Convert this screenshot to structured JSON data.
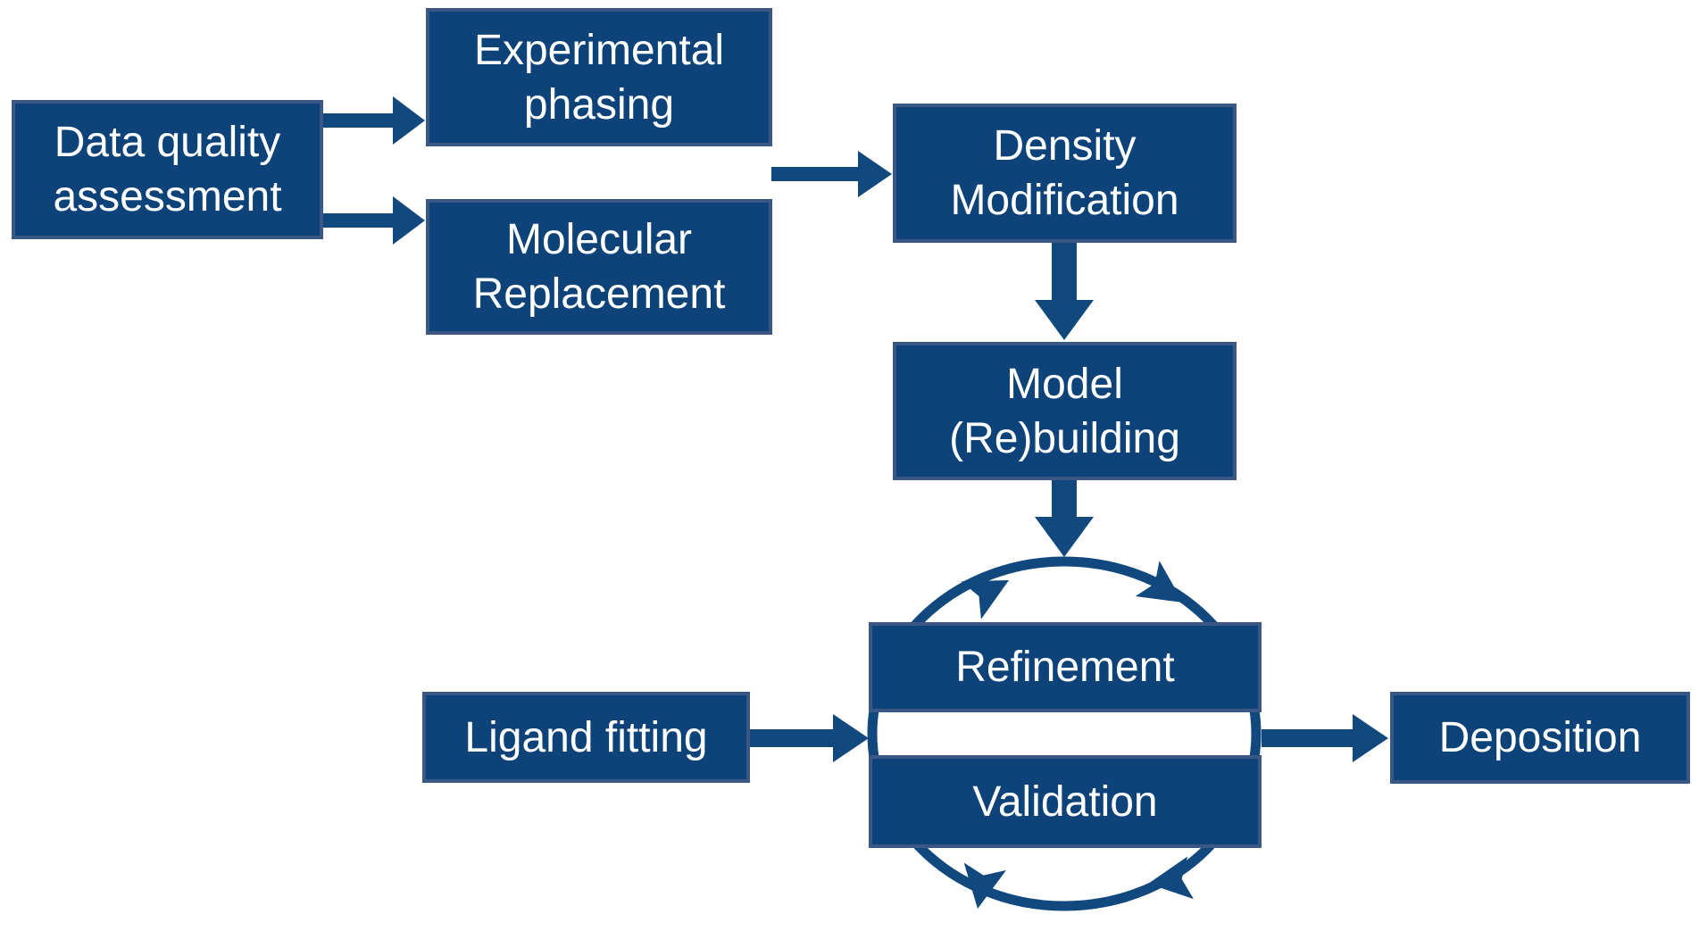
{
  "colors": {
    "background": "#FFFFFF",
    "box_fill": "#0D4379",
    "box_border": "#3A5785",
    "arrow": "#11487E",
    "text": "#FFFFFF"
  },
  "nodes": {
    "data_quality": {
      "line1": "Data quality",
      "line2": "assessment"
    },
    "experimental_phasing": {
      "line1": "Experimental",
      "line2": "phasing"
    },
    "molecular_replacement": {
      "line1": "Molecular",
      "line2": "Replacement"
    },
    "density_modification": {
      "line1": "Density",
      "line2": "Modification"
    },
    "model_rebuilding": {
      "line1": "Model",
      "line2": "(Re)building"
    },
    "refinement": {
      "label": "Refinement"
    },
    "validation": {
      "label": "Validation"
    },
    "ligand_fitting": {
      "label": "Ligand fitting"
    },
    "deposition": {
      "label": "Deposition"
    }
  },
  "edges": [
    {
      "from": "data_quality",
      "to": "experimental_phasing"
    },
    {
      "from": "data_quality",
      "to": "molecular_replacement"
    },
    {
      "from": "experimental_phasing_and_molecular_replacement",
      "to": "density_modification"
    },
    {
      "from": "density_modification",
      "to": "model_rebuilding"
    },
    {
      "from": "model_rebuilding",
      "to": "refinement_validation_cycle"
    },
    {
      "from": "ligand_fitting",
      "to": "refinement_validation_cycle"
    },
    {
      "from": "refinement_validation_cycle",
      "to": "deposition"
    },
    {
      "cycle": [
        "refinement",
        "validation"
      ],
      "direction": "clockwise"
    }
  ]
}
